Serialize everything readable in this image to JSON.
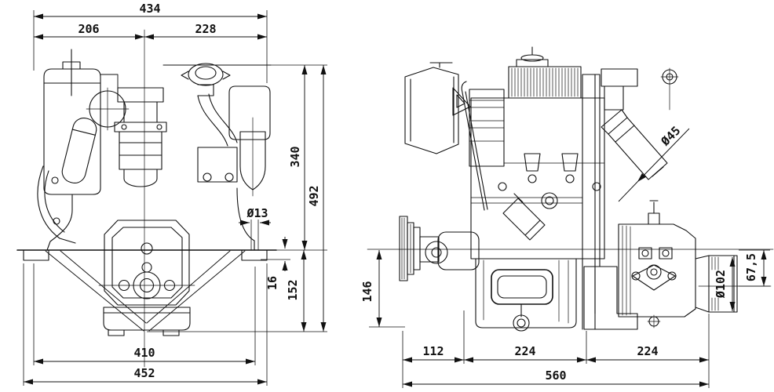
{
  "page": {
    "background": "#ffffff",
    "line_color": "#111111"
  },
  "dimensions": {
    "front_view": {
      "overall_width": "434",
      "width_left": "206",
      "width_right": "228",
      "height_top_to_mount": "340",
      "overall_height": "492",
      "mount_hole_dia": "Ø13",
      "mount_pad_height": "16",
      "mount_to_bottom": "152",
      "mount_hole_span": "410",
      "rail_width": "452"
    },
    "side_view": {
      "exhaust_dia": "Ø45",
      "center_to_base": "146",
      "output_drop": "67,5",
      "output_flange_dia": "Ø102",
      "front_section": "112",
      "mid_section": "224",
      "rear_section": "224",
      "overall_length": "560"
    }
  }
}
